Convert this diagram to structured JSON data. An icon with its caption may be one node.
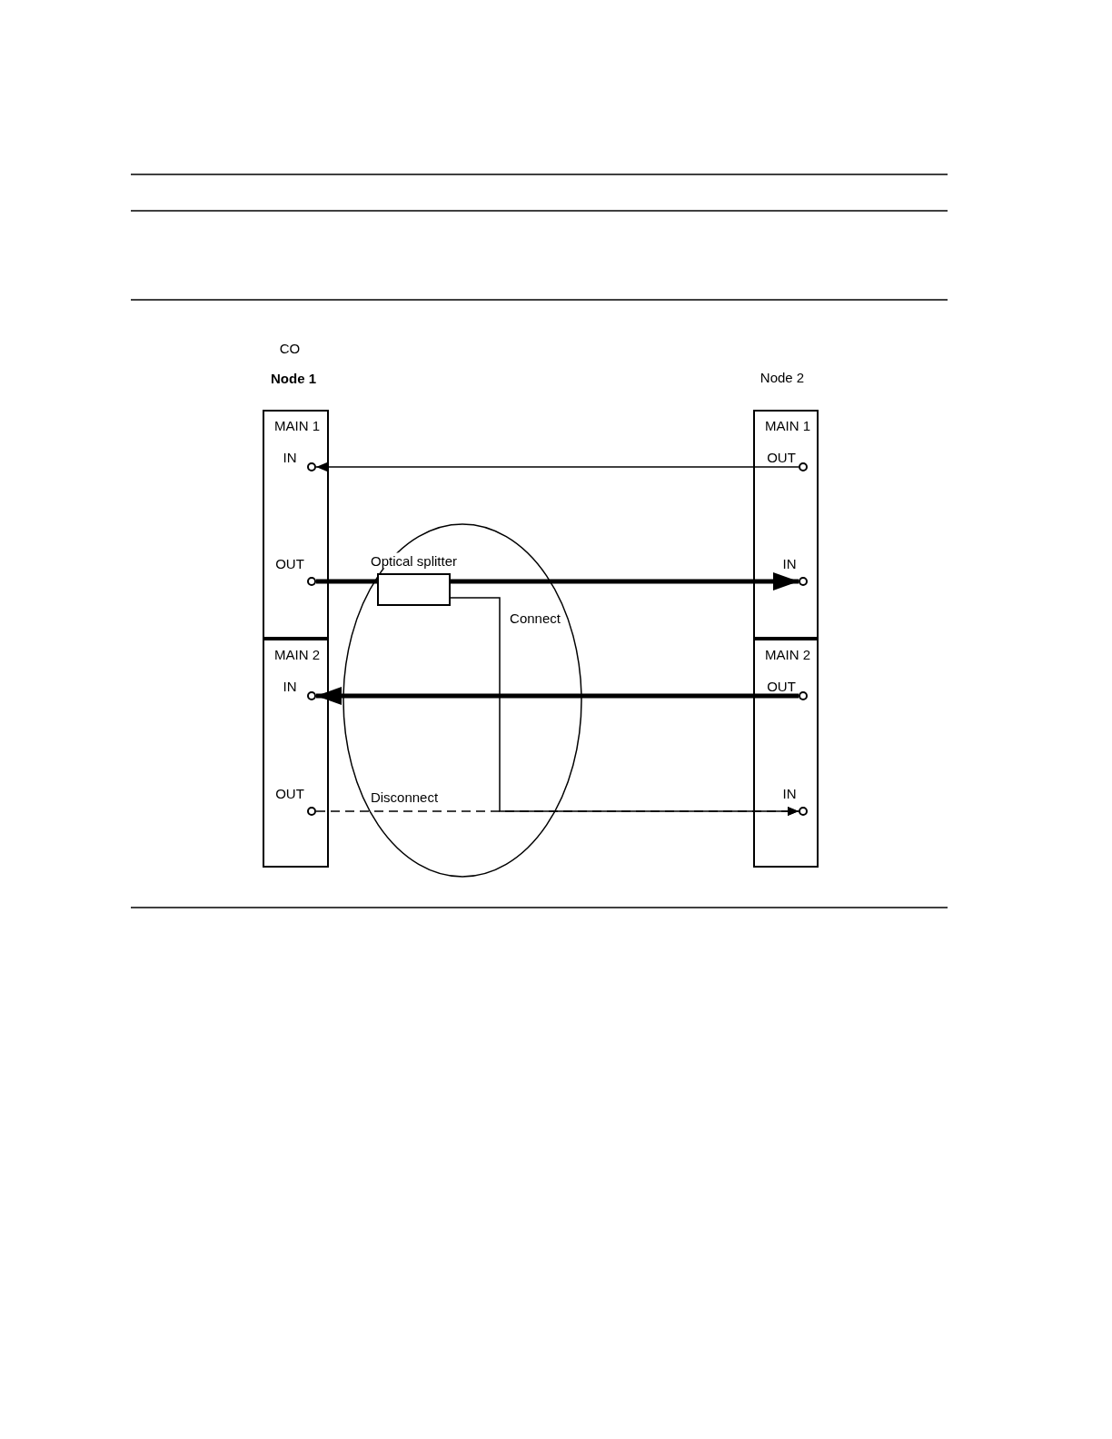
{
  "diagram": {
    "nodes": [
      {
        "text": [
          "MAIN 1"
        ]
      },
      {
        "text": [],
        "shape": "circle",
        "beside": [
          "IN"
        ],
        "in": 0
      },
      {
        "text": [],
        "shape": "circle",
        "beside": [
          "OUT"
        ],
        "in": 0
      },
      {
        "text": [
          "MAIN 2"
        ]
      },
      {
        "text": [],
        "shape": "circle",
        "beside": [
          "IN"
        ],
        "in": 3
      },
      {
        "text": [],
        "shape": "circle",
        "beside": [
          "OUT"
        ],
        "in": 3
      },
      {
        "text": [
          "MAIN 1"
        ]
      },
      {
        "text": [],
        "shape": "circle",
        "beside": [
          "OUT"
        ],
        "in": 6
      },
      {
        "text": [],
        "shape": "circle",
        "beside": [
          "IN"
        ],
        "in": 6
      },
      {
        "text": [
          "MAIN 2"
        ]
      },
      {
        "text": [],
        "shape": "circle",
        "beside": [
          "OUT"
        ],
        "in": 9
      },
      {
        "text": [],
        "shape": "circle",
        "beside": [
          "IN"
        ],
        "in": 9
      },
      {
        "text": [
          "Optical splitter"
        ]
      }
    ],
    "edges": [
      {
        "from": 7,
        "to": 1,
        "arrow": "to"
      },
      {
        "from": 2,
        "to": 12,
        "arrow": "none",
        "style": "thick"
      },
      {
        "from": 12,
        "to": 8,
        "arrow": "to",
        "style": "thick"
      },
      {
        "from": 10,
        "to": 4,
        "arrow": "to",
        "style": "thick"
      },
      {
        "from": 12,
        "to": 11,
        "arrow": "to",
        "label": "Connect"
      },
      {
        "from": 5,
        "to": 11,
        "arrow": "to",
        "style": "dashed",
        "label": "Disconnect"
      }
    ],
    "labels": [
      "CO",
      "Node 1",
      "Node 2"
    ]
  }
}
